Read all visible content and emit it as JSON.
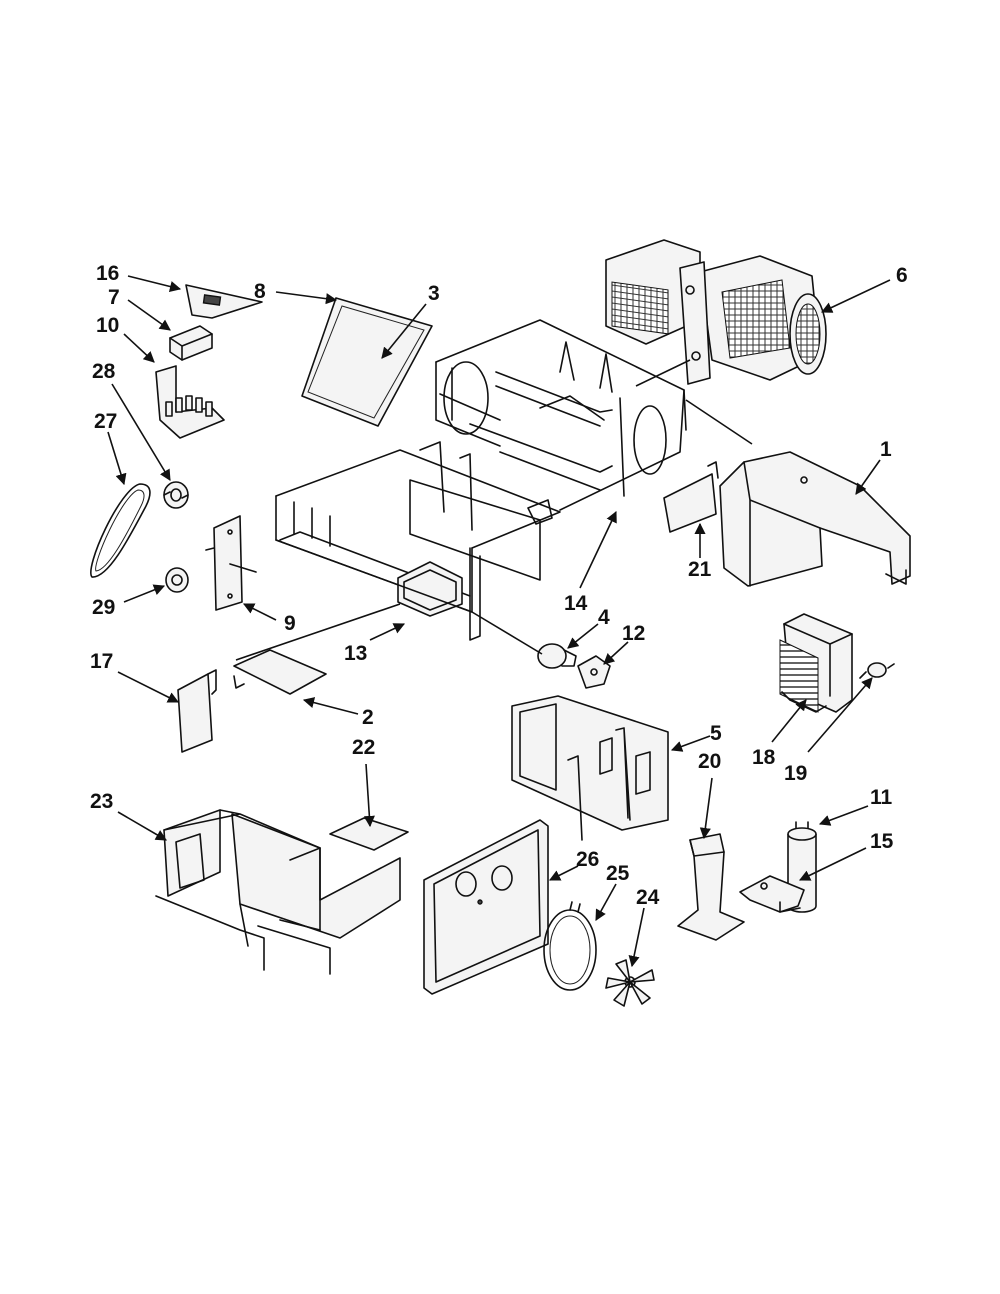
{
  "diagram": {
    "callouts": [
      {
        "label": "1"
      },
      {
        "label": "2"
      },
      {
        "label": "3"
      },
      {
        "label": "4"
      },
      {
        "label": "5"
      },
      {
        "label": "6"
      },
      {
        "label": "7"
      },
      {
        "label": "8"
      },
      {
        "label": "9"
      },
      {
        "label": "10"
      },
      {
        "label": "11"
      },
      {
        "label": "12"
      },
      {
        "label": "13"
      },
      {
        "label": "14"
      },
      {
        "label": "15"
      },
      {
        "label": "16"
      },
      {
        "label": "17"
      },
      {
        "label": "18"
      },
      {
        "label": "19"
      },
      {
        "label": "20"
      },
      {
        "label": "21"
      },
      {
        "label": "22"
      },
      {
        "label": "23"
      },
      {
        "label": "24"
      },
      {
        "label": "25"
      },
      {
        "label": "26"
      },
      {
        "label": "27"
      },
      {
        "label": "28"
      },
      {
        "label": "29"
      }
    ]
  }
}
